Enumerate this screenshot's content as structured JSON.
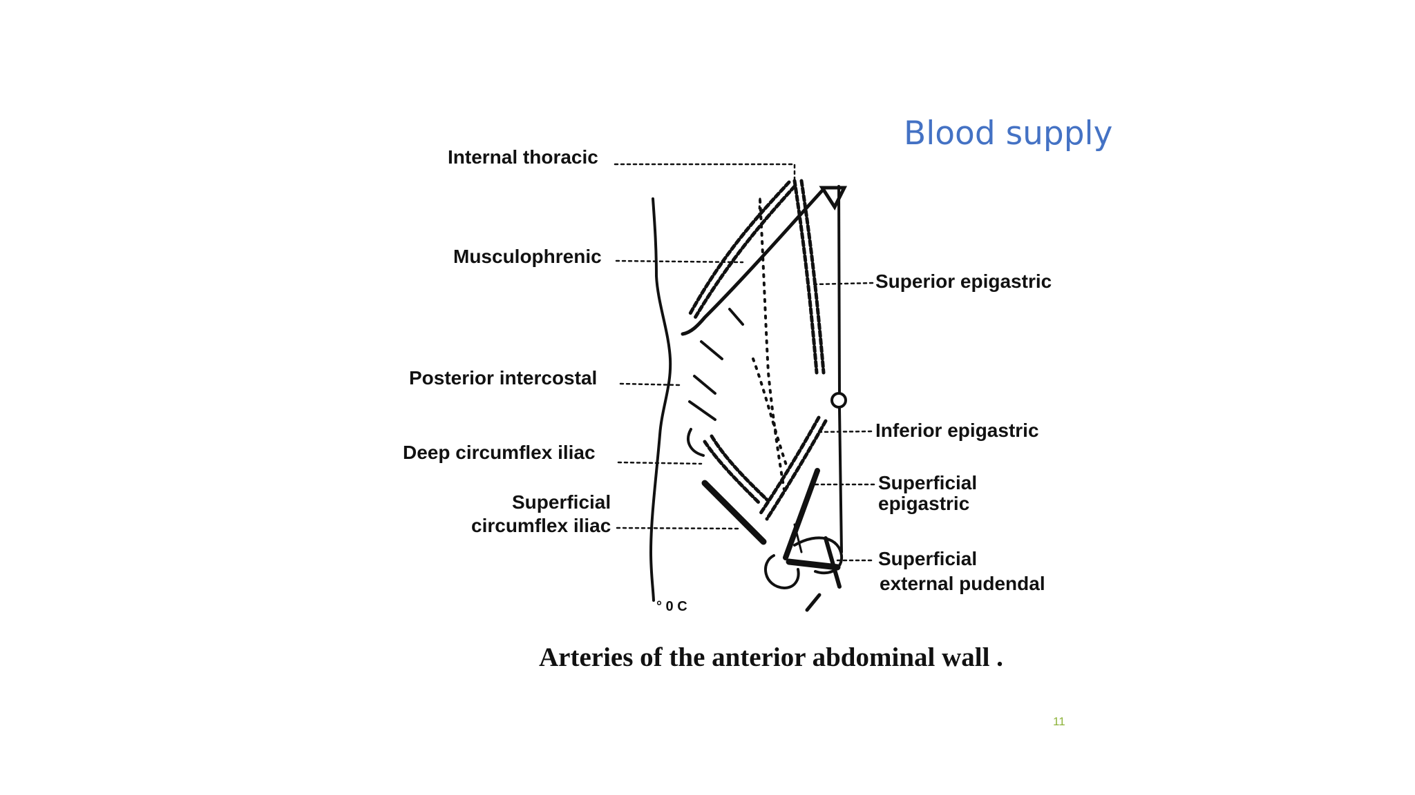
{
  "slide": {
    "title": "Blood supply",
    "caption": "Arteries of the anterior abdominal wall .",
    "page_number": "11",
    "artist_mark": "° 0 C"
  },
  "labels": {
    "internal_thoracic": "Internal thoracic",
    "musculophrenic": "Musculophrenic",
    "posterior_intercostal": "Posterior intercostal",
    "deep_circumflex_iliac": "Deep circumflex iliac",
    "superficial_circumflex_iliac_1": "Superficial",
    "superficial_circumflex_iliac_2": "circumflex iliac",
    "superior_epigastric": "Superior epigastric",
    "inferior_epigastric": "Inferior epigastric",
    "superficial_epigastric_1": "Superficial",
    "superficial_epigastric_2": "epigastric",
    "superficial_external_pudendal_1": "Superficial",
    "superficial_external_pudendal_2": "external pudendal"
  },
  "colors": {
    "title": "#4472c4",
    "ink": "#111111",
    "page_number": "#8db33a"
  }
}
